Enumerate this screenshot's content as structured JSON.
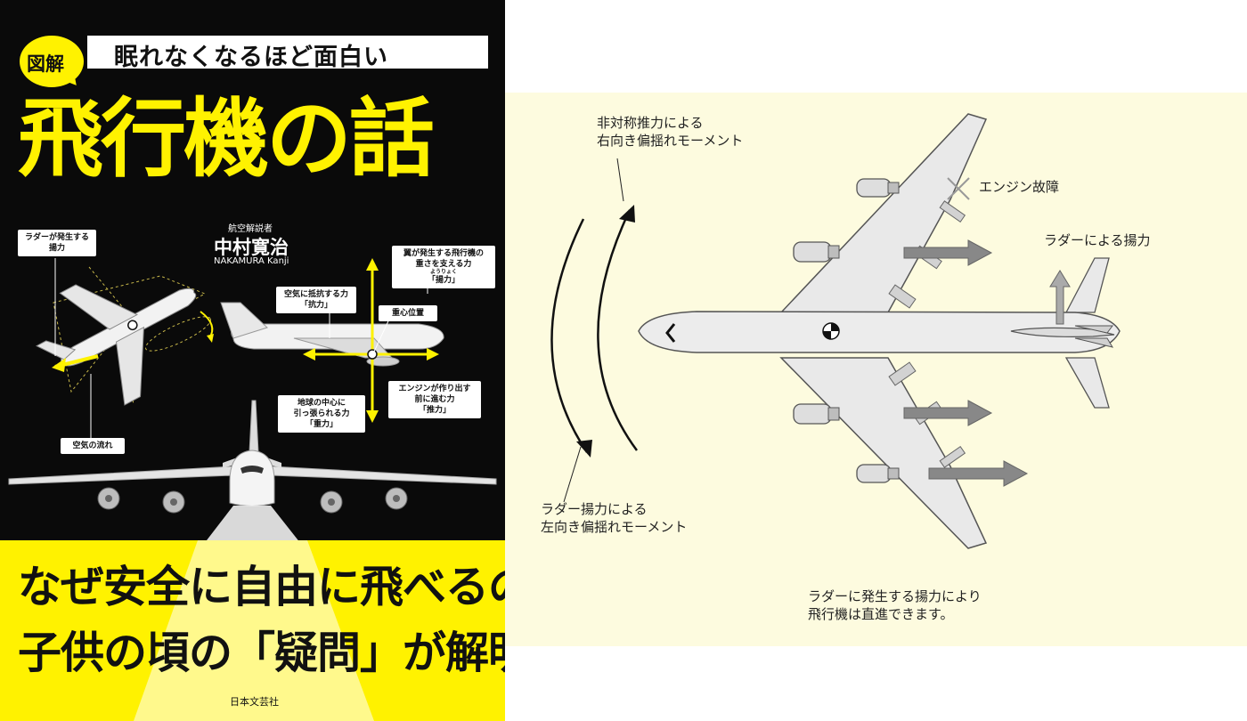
{
  "cover": {
    "badge": "図解",
    "subtitle": "眠れなくなるほど面白い",
    "title": "飛行機の話",
    "author_role": "航空解説者",
    "author_name": "中村寛治",
    "author_roman": "NAKAMURA Kanji",
    "labels": {
      "rudder_lift": "ラダーが発生する揚力",
      "air_flow": "空気の流れ",
      "drag_line1": "空気に抵抗する力",
      "drag_line2": "「抗力」",
      "lift_line1": "翼が発生する飛行機の",
      "lift_line2": "重さを支える力",
      "lift_ruby": "ようりょく",
      "lift_line3": "「揚力」",
      "cg": "重心位置",
      "gravity_line1": "地球の中心に",
      "gravity_line2": "引っ張られる力",
      "gravity_line3": "「重力」",
      "thrust_line1": "エンジンが作り出す",
      "thrust_line2": "前に進む力",
      "thrust_line3": "「推力」"
    },
    "tagline_1": "なぜ安全に自由に飛べるのか",
    "tagline_2": "子供の頃の「疑問」が解明！",
    "publisher": "日本文芸社"
  },
  "diagram": {
    "yaw_right_line1": "非対称推力による",
    "yaw_right_line2": "右向き偏揺れモーメント",
    "engine_failure": "エンジン故障",
    "rudder_lift": "ラダーによる揚力",
    "yaw_left_line1": "ラダー揚力による",
    "yaw_left_line2": "左向き偏揺れモーメント",
    "caption_line1": "ラダーに発生する揚力により",
    "caption_line2": "飛行機は直進できます。"
  },
  "colors": {
    "cover_background": "#0a0a0a",
    "accent_yellow": "#fff200",
    "diagram_background": "#fdfbdf",
    "aircraft_fill": "#e9e9e9",
    "arrow_fill": "#888888"
  }
}
